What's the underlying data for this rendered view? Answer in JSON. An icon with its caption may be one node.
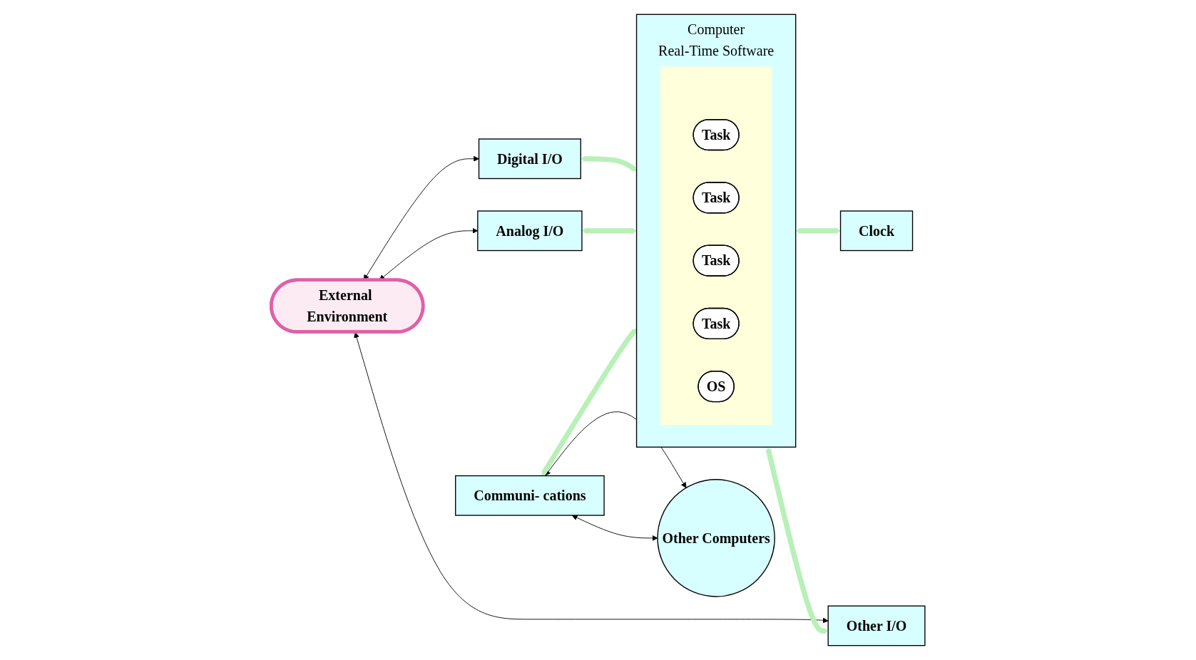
{
  "diagram": {
    "nodes": [
      {
        "text": [
          "External Environment"
        ]
      },
      {
        "text": [
          "Digital I/O"
        ]
      },
      {
        "text": [
          "Analog I/O"
        ]
      },
      {
        "text": [
          "Communi- cations"
        ]
      },
      {
        "text": [
          "Other Computers"
        ]
      },
      {
        "text": [
          "Computer",
          "Real-Time Software"
        ]
      },
      {
        "text": [],
        "shape": "box",
        "in": 5
      },
      {
        "text": [
          "Task"
        ],
        "in": 6
      },
      {
        "text": [
          "Task"
        ],
        "in": 6
      },
      {
        "text": [
          "Task"
        ],
        "in": 6
      },
      {
        "text": [
          "Task"
        ],
        "in": 6
      },
      {
        "text": [
          "OS"
        ],
        "in": 6
      },
      {
        "text": [
          "Clock"
        ]
      },
      {
        "text": [
          "Other I/O"
        ]
      }
    ],
    "edges": [
      {
        "from": 0,
        "to": 1,
        "arrow": "both"
      },
      {
        "from": 0,
        "to": 2,
        "arrow": "both"
      },
      {
        "from": 0,
        "to": 13,
        "arrow": "both"
      },
      {
        "from": 3,
        "to": 4,
        "arrow": "both"
      },
      {
        "from": 3,
        "to": 4,
        "arrow": "both"
      },
      {
        "from": 1,
        "to": 5,
        "arrow": "both",
        "style": "thick",
        "color": "#b8f0b8"
      },
      {
        "from": 2,
        "to": 5,
        "arrow": "both",
        "style": "thick",
        "color": "#b8f0b8"
      },
      {
        "from": 3,
        "to": 5,
        "arrow": "both",
        "style": "thick",
        "color": "#b8f0b8"
      },
      {
        "from": 5,
        "to": 12,
        "arrow": "both",
        "style": "thick",
        "color": "#b8f0b8"
      },
      {
        "from": 5,
        "to": 13,
        "arrow": "both",
        "style": "thick",
        "color": "#b8f0b8"
      }
    ]
  }
}
